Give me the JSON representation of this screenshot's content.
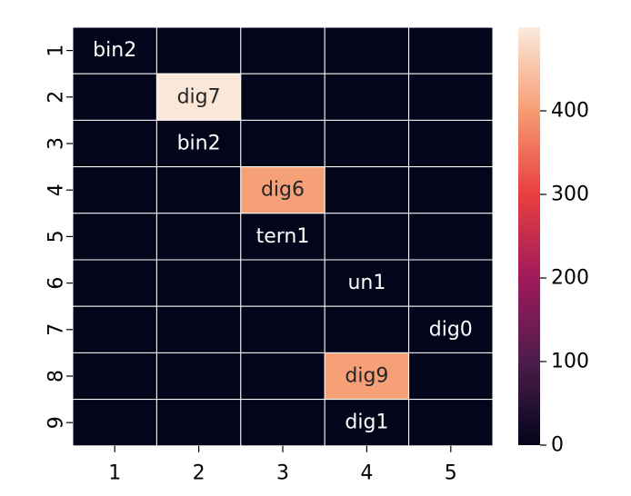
{
  "chart_data": {
    "type": "heatmap",
    "title": "",
    "xlabel": "",
    "ylabel": "",
    "x_categories": [
      "1",
      "2",
      "3",
      "4",
      "5"
    ],
    "y_categories": [
      "1",
      "2",
      "3",
      "4",
      "5",
      "6",
      "7",
      "8",
      "9"
    ],
    "values": [
      [
        0,
        0,
        0,
        0,
        0
      ],
      [
        0,
        495,
        0,
        0,
        0
      ],
      [
        0,
        0,
        0,
        0,
        0
      ],
      [
        0,
        0,
        405,
        0,
        0
      ],
      [
        0,
        0,
        0,
        0,
        0
      ],
      [
        0,
        0,
        0,
        0,
        0
      ],
      [
        0,
        0,
        0,
        0,
        0
      ],
      [
        0,
        0,
        0,
        405,
        0
      ],
      [
        0,
        0,
        0,
        0,
        0
      ]
    ],
    "annotations": [
      {
        "row": 0,
        "col": 0,
        "text": "bin2"
      },
      {
        "row": 1,
        "col": 1,
        "text": "dig7"
      },
      {
        "row": 2,
        "col": 1,
        "text": "bin2"
      },
      {
        "row": 3,
        "col": 2,
        "text": "dig6"
      },
      {
        "row": 4,
        "col": 2,
        "text": "tern1"
      },
      {
        "row": 5,
        "col": 3,
        "text": "un1"
      },
      {
        "row": 6,
        "col": 4,
        "text": "dig0"
      },
      {
        "row": 7,
        "col": 3,
        "text": "dig9"
      },
      {
        "row": 8,
        "col": 3,
        "text": "dig1"
      }
    ],
    "colorbar": {
      "range": [
        0,
        500
      ],
      "ticks": [
        "0",
        "100",
        "200",
        "300",
        "400"
      ],
      "colormap": "rocket",
      "colors": [
        "#03051a",
        "#4c1d4b",
        "#a11a5b",
        "#e83f3f",
        "#f69c73",
        "#faebdd"
      ]
    },
    "grid": true
  }
}
